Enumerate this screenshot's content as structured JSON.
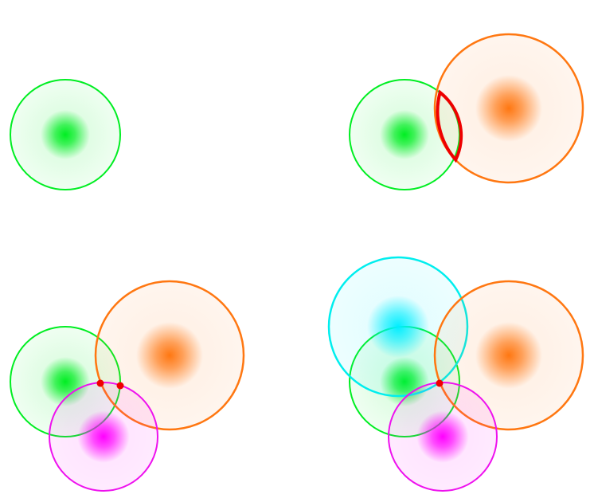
{
  "colors": {
    "green": "#00ee22",
    "orange": "#ff7711",
    "magenta": "#ee11ee",
    "cyan": "#00eeee",
    "intersection": "#ee0000",
    "background": "#ffffff"
  },
  "panels": [
    {
      "name": "panel-one-circle",
      "circles": [
        "green"
      ],
      "highlight": "none"
    },
    {
      "name": "panel-two-circles",
      "circles": [
        "green",
        "orange"
      ],
      "highlight": "lens"
    },
    {
      "name": "panel-three-circles",
      "circles": [
        "green",
        "orange",
        "magenta"
      ],
      "highlight": "two-points"
    },
    {
      "name": "panel-four-circles",
      "circles": [
        "cyan",
        "green",
        "orange",
        "magenta"
      ],
      "highlight": "one-point"
    }
  ]
}
